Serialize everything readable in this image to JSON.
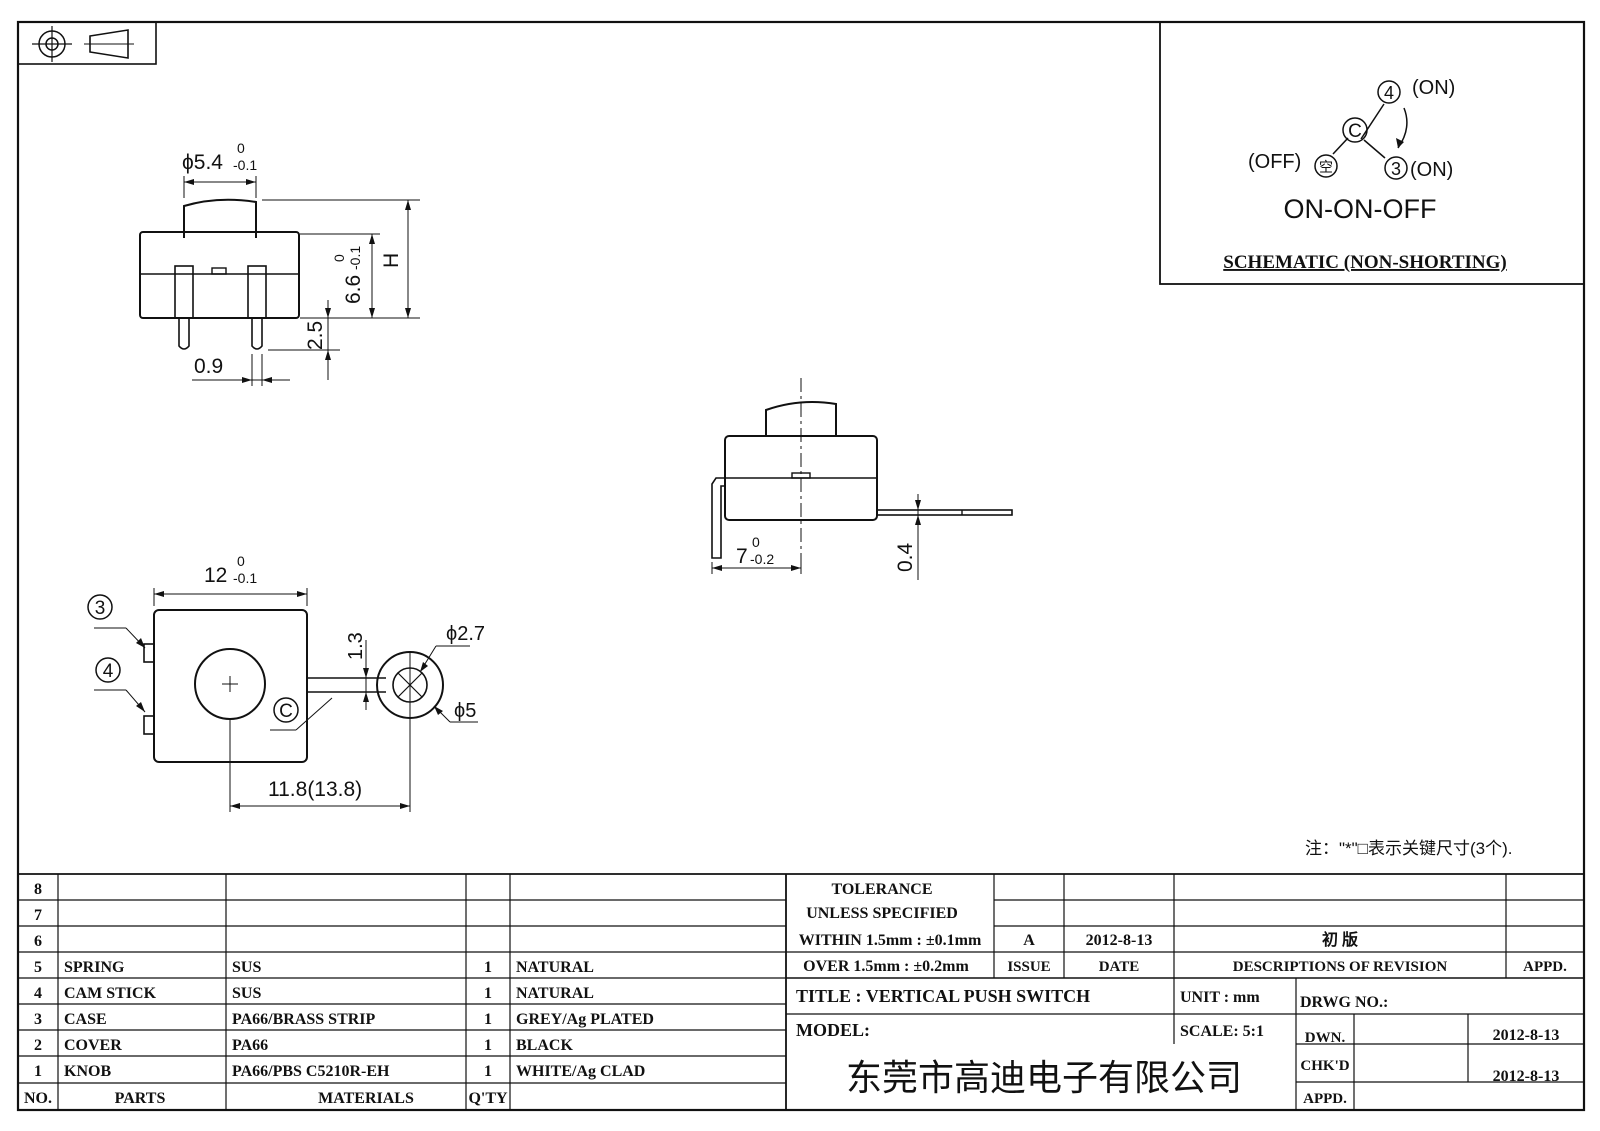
{
  "schematic": {
    "title": "ON-ON-OFF",
    "caption": "SCHEMATIC (NON-SHORTING)",
    "pos4": "(ON)",
    "pos3": "(ON)",
    "off": "(OFF)",
    "node_c": "C",
    "node_4": "4",
    "node_3": "3",
    "node_off": "空"
  },
  "dims": {
    "knob_dia": "ϕ5.4",
    "tol_zero": "0",
    "tol_01": "-0.1",
    "tol_02": "-0.2",
    "height": "6.6",
    "h_label": "H",
    "pin_len": "2.5",
    "pin_w": "0.9",
    "width": "12",
    "depth": "7",
    "thick": "0.4",
    "lug_w": "1.3",
    "hole": "ϕ2.7",
    "ring": "ϕ5",
    "offset": "11.8(13.8)",
    "pin3": "3",
    "pin4": "4",
    "pinc": "C"
  },
  "note": "注：\"*\"□表示关键尺寸(3个).",
  "bom": {
    "rows": [
      {
        "no": "8",
        "part": "",
        "material": "",
        "qty": "",
        "finish": ""
      },
      {
        "no": "7",
        "part": "",
        "material": "",
        "qty": "",
        "finish": ""
      },
      {
        "no": "6",
        "part": "",
        "material": "",
        "qty": "",
        "finish": ""
      },
      {
        "no": "5",
        "part": "SPRING",
        "material": "SUS",
        "qty": "1",
        "finish": "NATURAL"
      },
      {
        "no": "4",
        "part": "CAM STICK",
        "material": "SUS",
        "qty": "1",
        "finish": "NATURAL"
      },
      {
        "no": "3",
        "part": "CASE",
        "material": "PA66/BRASS STRIP",
        "qty": "1",
        "finish": "GREY/Ag PLATED"
      },
      {
        "no": "2",
        "part": "COVER",
        "material": "PA66",
        "qty": "1",
        "finish": "BLACK"
      },
      {
        "no": "1",
        "part": "KNOB",
        "material": "PA66/PBS C5210R-EH",
        "qty": "1",
        "finish": "WHITE/Ag CLAD"
      }
    ],
    "header": {
      "no": "NO.",
      "parts": "PARTS",
      "materials": "MATERIALS",
      "qty": "Q'TY"
    }
  },
  "tolerance": {
    "line1": "TOLERANCE",
    "line2": "UNLESS  SPECIFIED",
    "line3": "WITHIN 1.5mm : ±0.1mm",
    "line4": "OVER 1.5mm : ±0.2mm"
  },
  "revision": {
    "issue": "A",
    "date": "2012-8-13",
    "desc": "初  版",
    "h_issue": "ISSUE",
    "h_date": "DATE",
    "h_desc": "DESCRIPTIONS OF REVISION",
    "h_appd": "APPD."
  },
  "titleblock": {
    "title": "TITLE :  VERTICAL PUSH SWITCH",
    "unit": "UNIT :  mm",
    "drwg": "DRWG NO.:",
    "model": "MODEL:",
    "scale": "SCALE:  5:1",
    "dwn": "DWN.",
    "dwn_date": "2012-8-13",
    "chkd": "CHK'D",
    "chkd_date": "2012-8-13",
    "appd": "APPD.",
    "company": "东莞市高迪电子有限公司"
  }
}
